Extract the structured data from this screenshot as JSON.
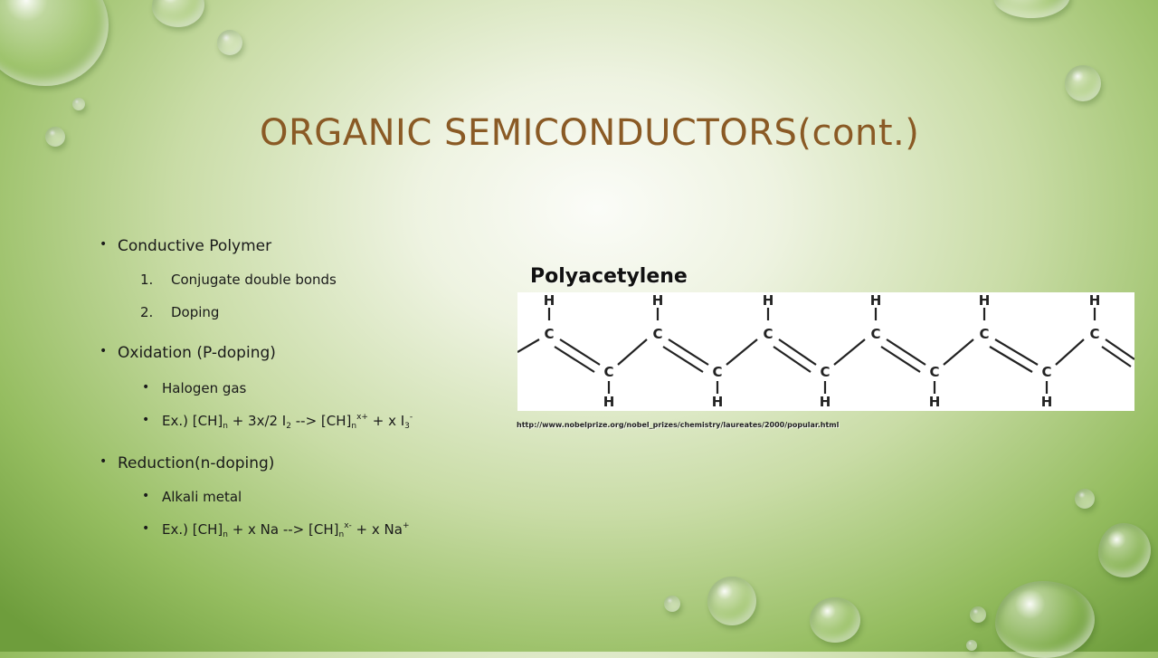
{
  "slide": {
    "title": "ORGANIC SEMICONDUCTORS(cont.)",
    "bullets": {
      "conductive_polymer": "Conductive Polymer",
      "numbered": [
        {
          "num": "1.",
          "text": "Conjugate double bonds"
        },
        {
          "num": "2.",
          "text": "Doping"
        }
      ],
      "oxidation": "Oxidation (P-doping)",
      "halogen_gas": "Halogen gas",
      "ox_example": {
        "prefix": "Ex.) [CH]",
        "sub1": "n",
        "mid1": " + 3x/2 I",
        "sub2": "2",
        "mid2": " --> [CH]",
        "sub3": "n",
        "sup3": "x+",
        "mid3": " + x I",
        "sub4": "3",
        "sup4": "-"
      },
      "reduction": "Reduction(n-doping)",
      "alkali_metal": "Alkali metal",
      "red_example": {
        "prefix": "Ex.) [CH]",
        "sub1": "n",
        "mid1": " + x Na --> [CH]",
        "sub2": "n",
        "sup2": "x-",
        "mid2": " + x Na",
        "sup3": "+"
      }
    },
    "figure": {
      "title": "Polyacetylene",
      "atom_c": "C",
      "atom_h": "H",
      "source_url": "http://www.nobelprize.org/nobel_prizes/chemistry/laureates/2000/popular.html"
    }
  }
}
